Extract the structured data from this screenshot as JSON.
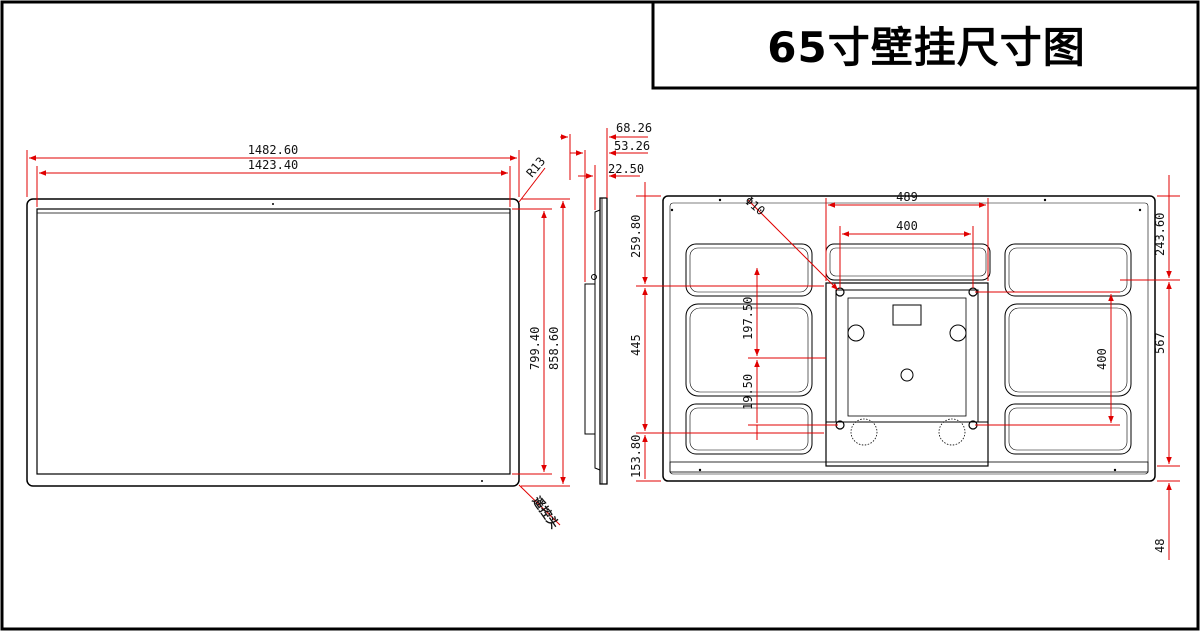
{
  "title": "65寸壁挂尺寸图",
  "colors": {
    "dimension": "#e00000",
    "outline": "#000000"
  },
  "front_view": {
    "width_outer": "1482.60",
    "width_inner": "1423.40",
    "corner_radius": "R13",
    "height_inner": "799.40",
    "height_outer": "858.60",
    "connector_label": "遥控头"
  },
  "side_view": {
    "depth_total": "68.26",
    "depth_body": "53.26",
    "depth_thin": "22.50"
  },
  "back_view": {
    "hole_label": "Φ10",
    "top_span": "489",
    "vesa_horizontal": "400",
    "vesa_vertical": "400",
    "left_top": "259.80",
    "left_mid": "445",
    "left_bottom": "153.80",
    "inner_upper": "197.50",
    "inner_lower": "19.50",
    "right_top": "243.60",
    "right_mid": "567",
    "right_bottom": "48"
  }
}
